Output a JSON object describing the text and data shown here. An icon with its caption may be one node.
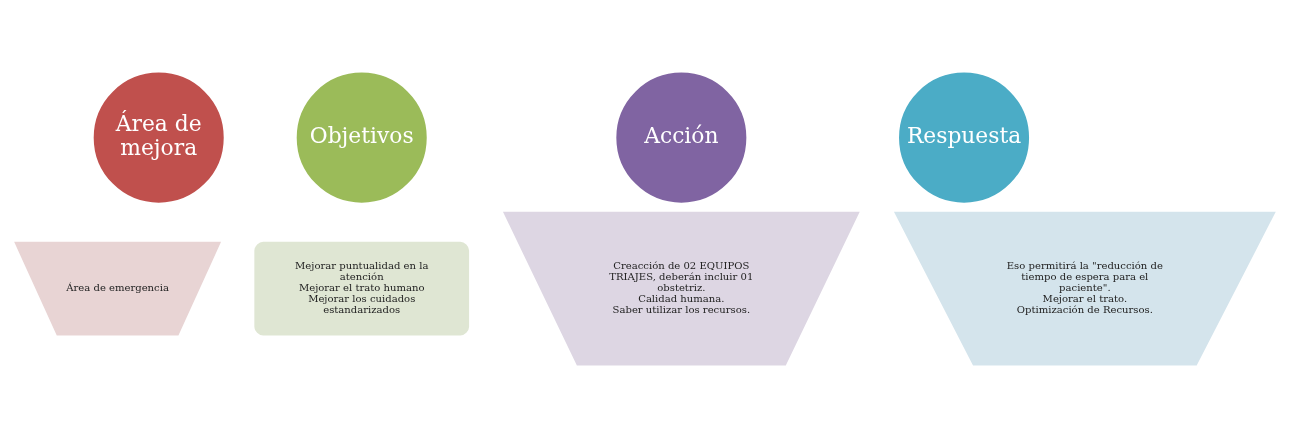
{
  "diagram": {
    "nodes": [
      {
        "text": [
          "Área de mejora"
        ]
      },
      {
        "text": [
          "Área de emergencia"
        ]
      },
      {
        "text": [
          "Objetivos"
        ]
      },
      {
        "text": [
          "Mejorar puntualidad en la atención",
          "Mejorar el trato humano",
          "Mejorar los cuidados estandarizados"
        ]
      },
      {
        "text": [
          "Acción"
        ]
      },
      {
        "text": [
          "Creacción de 02 EQUIPOS TRIAJES, deberán incluir 01 obstetriz.",
          "Calidad humana.",
          "Saber utilizar los recursos."
        ]
      },
      {
        "text": [
          "Respuesta"
        ]
      },
      {
        "text": [
          "Eso permitirá la \"reducción de tiempo de espera para el paciente\".",
          "Mejorar el trato.",
          "Optimización de Recursos."
        ]
      }
    ],
    "edges": []
  }
}
